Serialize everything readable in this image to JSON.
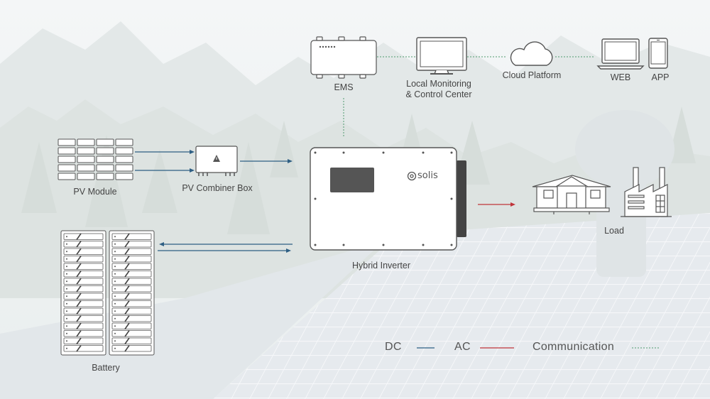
{
  "brand": "solis",
  "labels": {
    "pv_module": "PV Module",
    "pv_combiner_box": "PV Combiner Box",
    "battery": "Battery",
    "hybrid_inverter": "Hybrid Inverter",
    "ems": "EMS",
    "local_monitoring_line1": "Local Monitoring",
    "local_monitoring_line2": "& Control Center",
    "cloud_platform": "Cloud Platform",
    "web": "WEB",
    "app": "APP",
    "load": "Load"
  },
  "legend": {
    "dc": "DC",
    "ac": "AC",
    "communication": "Communication"
  },
  "colors": {
    "dc": "#2e5f84",
    "ac": "#c0343a",
    "communication": "#4f9a6e",
    "device_stroke": "#555555",
    "inverter_screen": "#555555"
  },
  "icons": [
    "ems-icon",
    "monitor-icon",
    "cloud-icon",
    "laptop-icon",
    "phone-icon",
    "solar-panel-icon",
    "combiner-box-icon",
    "battery-rack-icon",
    "inverter-icon",
    "house-icon",
    "factory-icon",
    "warning-icon"
  ]
}
